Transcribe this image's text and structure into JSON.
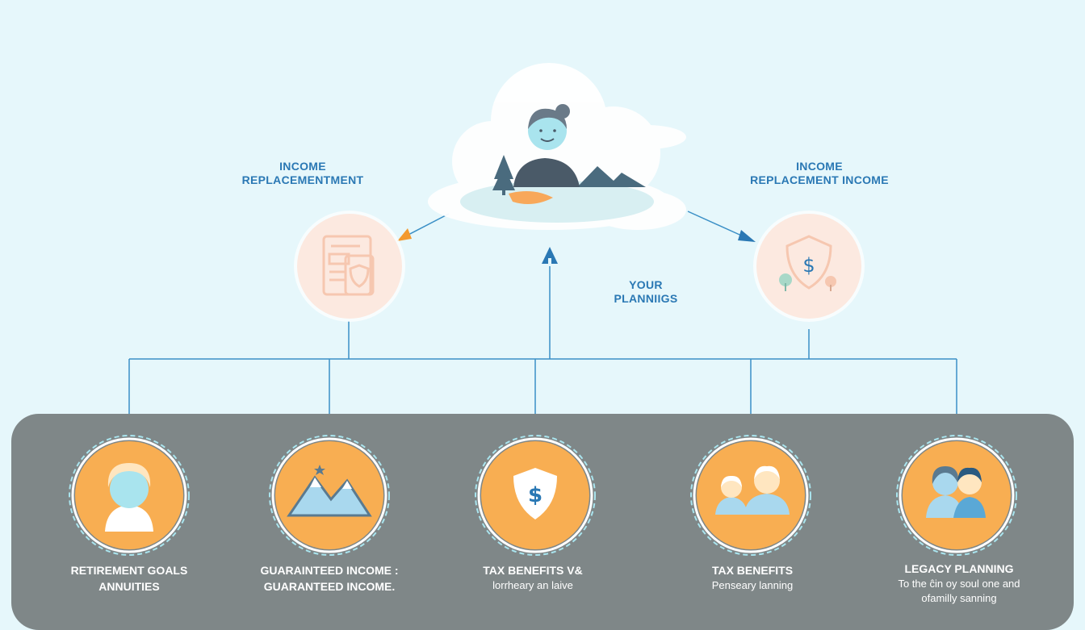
{
  "center": {
    "label_line1": "YOUR",
    "label_line2": "PLANNIIGS"
  },
  "left_top": {
    "label_line1": "INCOME",
    "label_line2": "REPLACEMENTMENT"
  },
  "right_top": {
    "label_line1": "INCOME",
    "label_line2": "REPLACEMENT INCOME"
  },
  "nodes": [
    {
      "icon": "person-icon",
      "title_line1": "RETIREMENT GOALS",
      "title_line2": "ANNUITIES",
      "sub_line1": "",
      "sub_line2": ""
    },
    {
      "icon": "mountain-icon",
      "title_line1": "GUARAINTEED INCOME :",
      "title_line2": "GUARANTEED INCOME.",
      "sub_line1": "",
      "sub_line2": ""
    },
    {
      "icon": "dollar-shield-icon",
      "title_line1": "TAX BENEFITS v&",
      "title_line2": "",
      "sub_line1": "lorrheary an laive",
      "sub_line2": ""
    },
    {
      "icon": "family-icon",
      "title_line1": "TAX BENEFITS",
      "title_line2": "",
      "sub_line1": "Penseary lanning",
      "sub_line2": ""
    },
    {
      "icon": "couple-icon",
      "title_line1": "LEGACY PLANNING",
      "title_line2": "",
      "sub_line1": "To the ĉin oy soul one and",
      "sub_line2": "ofamilly sanning"
    }
  ],
  "colors": {
    "background": "#e6f7fb",
    "accent_blue": "#2a78b4",
    "node_orange": "#f8ae52",
    "panel_gray": "#7f8788",
    "badge_peach": "#fce9e0"
  }
}
